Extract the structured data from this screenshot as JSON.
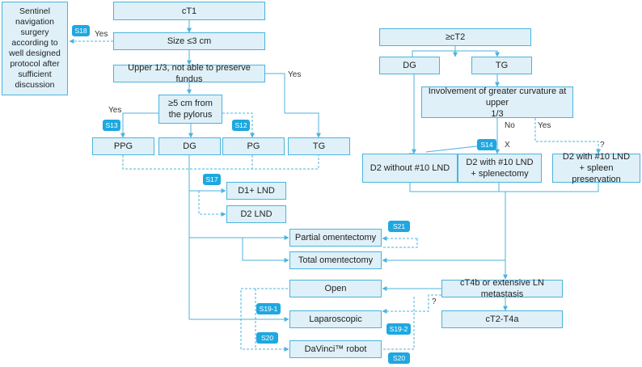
{
  "boxes": {
    "ct1": "cT1",
    "size": "Size ≤3 cm",
    "sentinel": "Sentinel\nnavigation\nsurgery\naccording to\nwell designed\nprotocol after\nsufficient\ndiscussion",
    "upper": "Upper 1/3, not able to preserve fundus",
    "pylorus": "≥5 cm from\nthe pylorus",
    "ppg": "PPG",
    "dg1": "DG",
    "pg": "PG",
    "tg1": "TG",
    "d1plus": "D1+ LND",
    "d2lnd": "D2 LND",
    "partial": "Partial omentectomy",
    "total": "Total omentectomy",
    "open": "Open",
    "lap": "Laparoscopic",
    "davinci": "DaVinci™ robot",
    "ct2": "≥cT2",
    "dg2": "DG",
    "tg2": "TG",
    "involvement": "Involvement of greater curvature at upper\n1/3",
    "d2without": "D2 without #10 LND",
    "d2with": "D2 with #10 LND\n+ splenectomy",
    "d2spleen": "D2 with #10 LND\n+ spleen preservation",
    "ct4b": "cT4b or extensive LN metastasis",
    "ct2t4a": "cT2-T4a"
  },
  "tags": {
    "s18": "S18",
    "s13": "S13",
    "s12": "S12",
    "s17": "S17",
    "s21": "S21",
    "s14": "S14",
    "s19_1": "S19-1",
    "s19_2": "S19-2",
    "s20a": "S20",
    "s20b": "S20"
  },
  "labels": {
    "yes1": "Yes",
    "yes2": "Yes",
    "yes3": "Yes",
    "yes4": "Yes",
    "no": "No",
    "x": "X",
    "q1": "?",
    "q2": "?"
  }
}
